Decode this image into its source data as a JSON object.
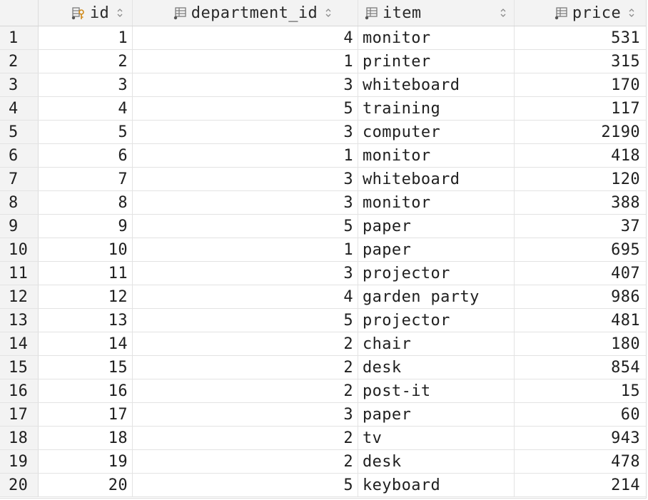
{
  "columns": [
    {
      "key": "id",
      "label": "id",
      "icon": "primary-key-column-icon"
    },
    {
      "key": "department_id",
      "label": "department_id",
      "icon": "column-icon"
    },
    {
      "key": "item",
      "label": "item",
      "icon": "column-icon"
    },
    {
      "key": "price",
      "label": "price",
      "icon": "column-icon"
    }
  ],
  "colors": {
    "header_bg": "#f3f3f3",
    "key_icon": "#d08a1a",
    "icon_gray": "#7a7a7a",
    "grid_line": "#e3e3e3"
  },
  "rows": [
    {
      "num": "1",
      "id": "1",
      "department_id": "4",
      "item": "monitor",
      "price": "531"
    },
    {
      "num": "2",
      "id": "2",
      "department_id": "1",
      "item": "printer",
      "price": "315"
    },
    {
      "num": "3",
      "id": "3",
      "department_id": "3",
      "item": "whiteboard",
      "price": "170"
    },
    {
      "num": "4",
      "id": "4",
      "department_id": "5",
      "item": "training",
      "price": "117"
    },
    {
      "num": "5",
      "id": "5",
      "department_id": "3",
      "item": "computer",
      "price": "2190"
    },
    {
      "num": "6",
      "id": "6",
      "department_id": "1",
      "item": "monitor",
      "price": "418"
    },
    {
      "num": "7",
      "id": "7",
      "department_id": "3",
      "item": "whiteboard",
      "price": "120"
    },
    {
      "num": "8",
      "id": "8",
      "department_id": "3",
      "item": "monitor",
      "price": "388"
    },
    {
      "num": "9",
      "id": "9",
      "department_id": "5",
      "item": "paper",
      "price": "37"
    },
    {
      "num": "10",
      "id": "10",
      "department_id": "1",
      "item": "paper",
      "price": "695"
    },
    {
      "num": "11",
      "id": "11",
      "department_id": "3",
      "item": "projector",
      "price": "407"
    },
    {
      "num": "12",
      "id": "12",
      "department_id": "4",
      "item": "garden party",
      "price": "986"
    },
    {
      "num": "13",
      "id": "13",
      "department_id": "5",
      "item": "projector",
      "price": "481"
    },
    {
      "num": "14",
      "id": "14",
      "department_id": "2",
      "item": "chair",
      "price": "180"
    },
    {
      "num": "15",
      "id": "15",
      "department_id": "2",
      "item": "desk",
      "price": "854"
    },
    {
      "num": "16",
      "id": "16",
      "department_id": "2",
      "item": "post-it",
      "price": "15"
    },
    {
      "num": "17",
      "id": "17",
      "department_id": "3",
      "item": "paper",
      "price": "60"
    },
    {
      "num": "18",
      "id": "18",
      "department_id": "2",
      "item": "tv",
      "price": "943"
    },
    {
      "num": "19",
      "id": "19",
      "department_id": "2",
      "item": "desk",
      "price": "478"
    },
    {
      "num": "20",
      "id": "20",
      "department_id": "5",
      "item": "keyboard",
      "price": "214"
    }
  ]
}
